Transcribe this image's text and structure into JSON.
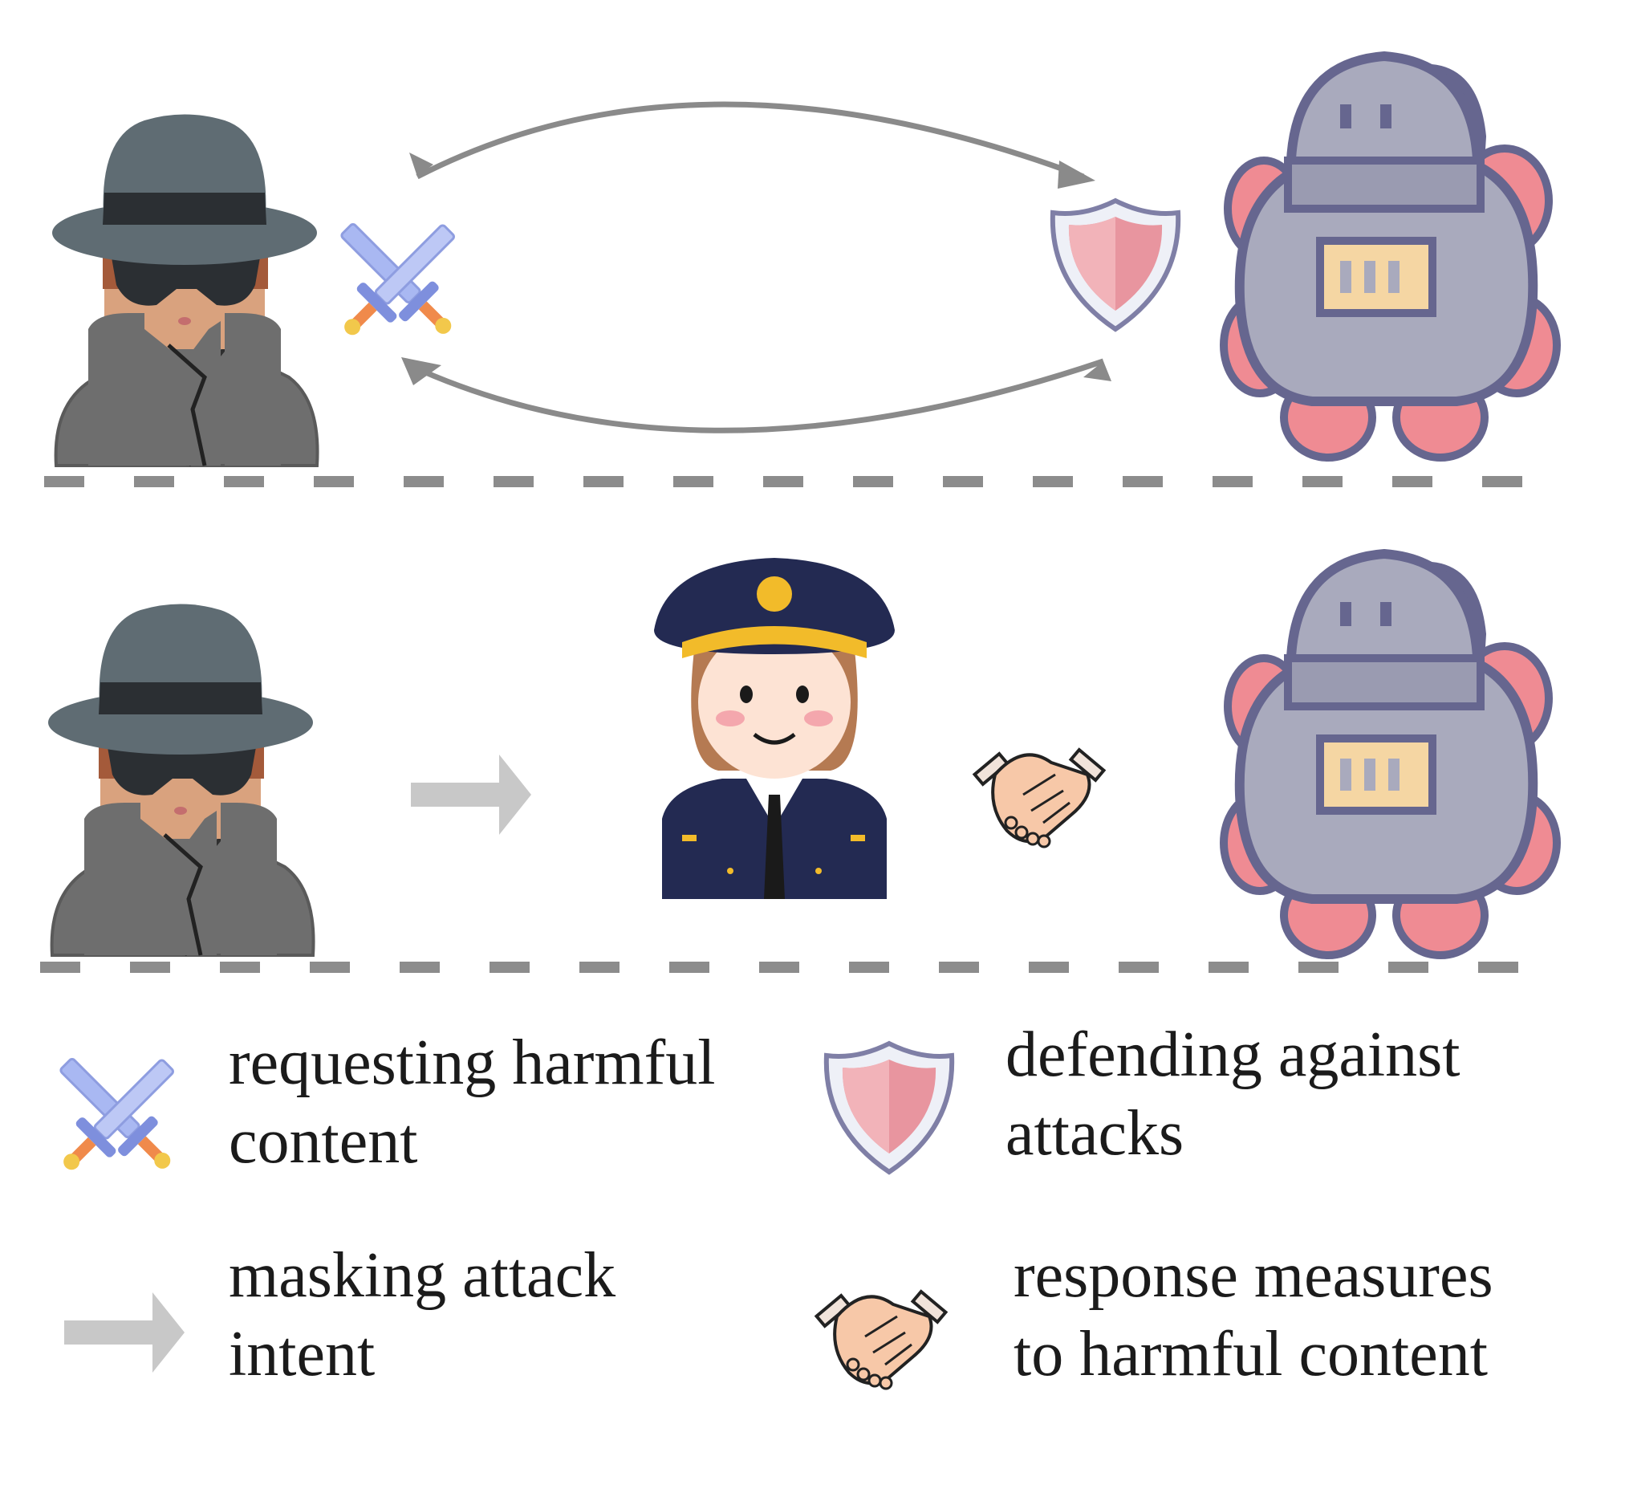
{
  "legend": {
    "requesting": {
      "line1": "requesting harmful",
      "line2": "content"
    },
    "defending": {
      "line1": "defending against",
      "line2": "attacks"
    },
    "masking": {
      "line1": "masking attack",
      "line2": "intent"
    },
    "response": {
      "line1": "response measures",
      "line2": "to harmful content"
    }
  },
  "colors": {
    "hat": "#5f6c73",
    "sunglasses": "#2b2f33",
    "skin": "#d9a27e",
    "coat": "#6e6e6e",
    "robot_body": "#a9aabd",
    "robot_outline": "#66668f",
    "robot_pink": "#ef8b93",
    "robot_panel": "#f5d6a3",
    "shield_pink": "#e8959f",
    "sword_blue": "#a9b8f2",
    "sword_orange": "#f08a4b",
    "police_navy": "#232a52",
    "police_gold": "#f2bb2a",
    "handshake_skin": "#f7c8a8",
    "divider": "#8c8c8c",
    "arrow_gray": "#c8c8c8"
  },
  "icons": [
    "spy-icon",
    "robot-icon",
    "crossed-swords-icon",
    "shield-icon",
    "police-officer-icon",
    "handshake-icon",
    "right-arrow-icon"
  ]
}
